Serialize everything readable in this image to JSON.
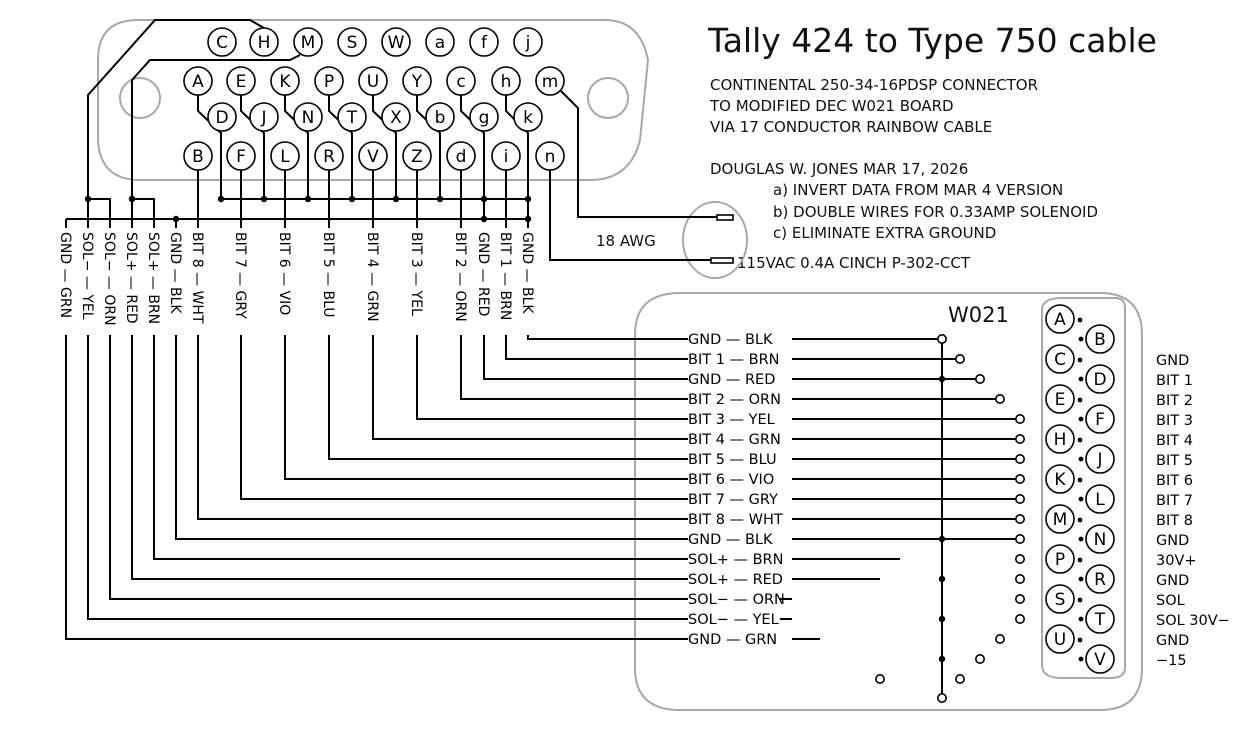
{
  "title": "Tally 424 to Type 750 cable",
  "description": [
    "CONTINENTAL 250-34-16PDSP CONNECTOR",
    "TO MODIFIED DEC W021 BOARD",
    "VIA 17 CONDUCTOR RAINBOW CABLE"
  ],
  "author_line": "DOUGLAS W. JONES MAR 17, 2026",
  "notes": [
    "a) INVERT DATA FROM MAR 4 VERSION",
    "b) DOUBLE WIRES FOR 0.33AMP SOLENOID",
    "c) ELIMINATE EXTRA GROUND"
  ],
  "power_wire_label": "18 AWG",
  "power_connector_label": "115VAC 0.4A CINCH P-302-CCT",
  "board_label": "W021",
  "connector": {
    "row1": [
      "C",
      "H",
      "M",
      "S",
      "W",
      "a",
      "f",
      "j"
    ],
    "row2": [
      "A",
      "E",
      "K",
      "P",
      "U",
      "Y",
      "c",
      "h",
      "m"
    ],
    "row3": [
      "D",
      "J",
      "N",
      "T",
      "X",
      "b",
      "g",
      "k"
    ],
    "row4": [
      "B",
      "F",
      "L",
      "R",
      "V",
      "Z",
      "d",
      "i",
      "n"
    ]
  },
  "vertical_wires": [
    {
      "signal": "GND",
      "color": "GRN"
    },
    {
      "signal": "SOL−",
      "color": "YEL"
    },
    {
      "signal": "SOL−",
      "color": "ORN"
    },
    {
      "signal": "SOL+",
      "color": "RED"
    },
    {
      "signal": "SOL+",
      "color": "BRN"
    },
    {
      "signal": "GND",
      "color": "BLK"
    },
    {
      "signal": "BIT 8",
      "color": "WHT"
    },
    {
      "signal": "BIT 7",
      "color": "GRY"
    },
    {
      "signal": "BIT 6",
      "color": "VIO"
    },
    {
      "signal": "BIT 5",
      "color": "BLU"
    },
    {
      "signal": "BIT 4",
      "color": "GRN"
    },
    {
      "signal": "BIT 3",
      "color": "YEL"
    },
    {
      "signal": "BIT 2",
      "color": "ORN"
    },
    {
      "signal": "GND",
      "color": "RED"
    },
    {
      "signal": "BIT 1",
      "color": "BRN"
    },
    {
      "signal": "GND",
      "color": "BLK"
    }
  ],
  "board_wires": [
    {
      "signal": "GND",
      "color": "BLK"
    },
    {
      "signal": "BIT 1",
      "color": "BRN"
    },
    {
      "signal": "GND",
      "color": "RED"
    },
    {
      "signal": "BIT 2",
      "color": "ORN"
    },
    {
      "signal": "BIT 3",
      "color": "YEL"
    },
    {
      "signal": "BIT 4",
      "color": "GRN"
    },
    {
      "signal": "BIT 5",
      "color": "BLU"
    },
    {
      "signal": "BIT 6",
      "color": "VIO"
    },
    {
      "signal": "BIT 7",
      "color": "GRY"
    },
    {
      "signal": "BIT 8",
      "color": "WHT"
    },
    {
      "signal": "GND",
      "color": "BLK"
    },
    {
      "signal": "SOL+",
      "color": "BRN"
    },
    {
      "signal": "SOL+",
      "color": "RED"
    },
    {
      "signal": "SOL−",
      "color": "ORN"
    },
    {
      "signal": "SOL−",
      "color": "YEL"
    },
    {
      "signal": "GND",
      "color": "GRN"
    }
  ],
  "board_pins_left": [
    "A",
    "C",
    "E",
    "H",
    "K",
    "M",
    "P",
    "S",
    "U"
  ],
  "board_pins_right": [
    "B",
    "D",
    "F",
    "J",
    "L",
    "N",
    "R",
    "T",
    "V"
  ],
  "board_functions": [
    "GND",
    "BIT 1",
    "BIT 2",
    "BIT 3",
    "BIT 4",
    "BIT 5",
    "BIT 6",
    "BIT 7",
    "BIT 8",
    "GND",
    "30V+",
    "GND",
    "SOL",
    "SOL  30V−",
    "GND",
    "−15"
  ]
}
